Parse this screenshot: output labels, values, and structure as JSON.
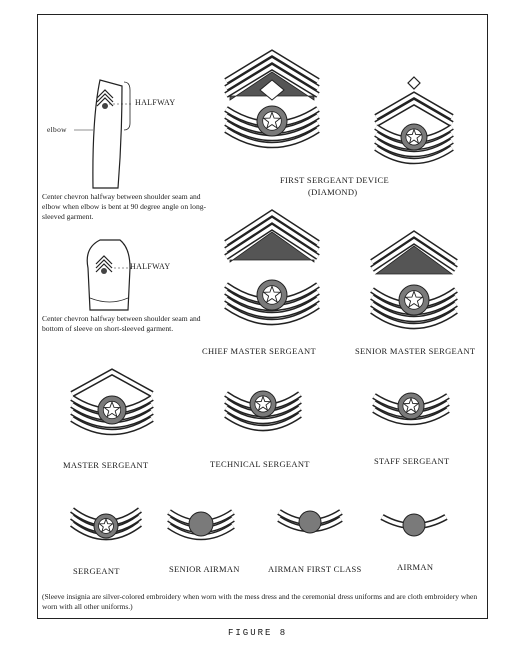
{
  "diagrams": {
    "long_sleeve": {
      "halfway_label": "HALFWAY",
      "elbow_label": "elbow",
      "caption": "Center chevron halfway between shoulder seam and elbow when elbow is bent at 90 degree angle on long-sleeved garment."
    },
    "short_sleeve": {
      "halfway_label": "HALFWAY",
      "caption": "Center chevron halfway between shoulder seam and bottom of sleeve on short-sleeved garment."
    }
  },
  "insignia": {
    "first_sergeant": {
      "label": "FIRST SERGEANT DEVICE",
      "sublabel": "(DIAMOND)"
    },
    "chief_master_sergeant": {
      "label": "CHIEF MASTER SERGEANT"
    },
    "senior_master_sergeant": {
      "label": "SENIOR MASTER SERGEANT"
    },
    "master_sergeant": {
      "label": "MASTER SERGEANT"
    },
    "technical_sergeant": {
      "label": "TECHNICAL SERGEANT"
    },
    "staff_sergeant": {
      "label": "STAFF SERGEANT"
    },
    "sergeant": {
      "label": "SERGEANT"
    },
    "senior_airman": {
      "label": "SENIOR AIRMAN"
    },
    "airman_first_class": {
      "label": "AIRMAN FIRST CLASS"
    },
    "airman": {
      "label": "AIRMAN"
    }
  },
  "footnote": "(Sleeve insignia are silver-colored embroidery when worn with the mess dress and the ceremonial dress uniforms and are cloth embroidery when worn with all other uniforms.)",
  "figure_label": "FIGURE 8",
  "colors": {
    "ink": "#222222",
    "paper": "#ffffff",
    "shading": "#555555"
  }
}
